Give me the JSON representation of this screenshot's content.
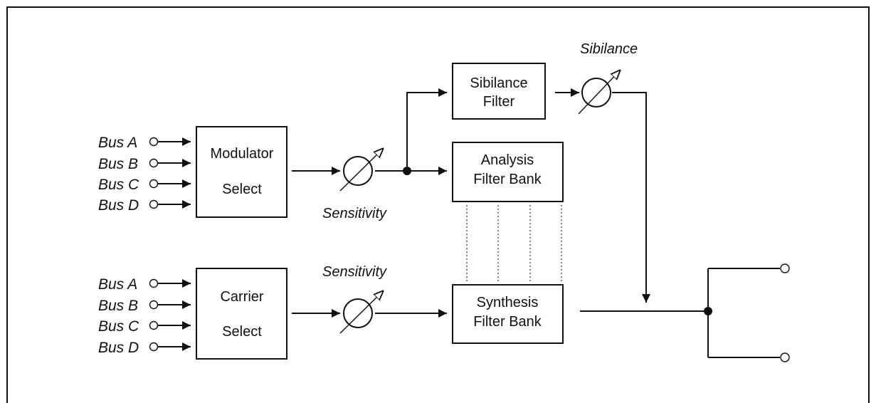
{
  "modulator_inputs": [
    "Bus A",
    "Bus B",
    "Bus C",
    "Bus D"
  ],
  "carrier_inputs": [
    "Bus A",
    "Bus B",
    "Bus C",
    "Bus D"
  ],
  "blocks": {
    "modulator_select": [
      "Modulator",
      "Select"
    ],
    "carrier_select": [
      "Carrier",
      "Select"
    ],
    "sibilance_filter": [
      "Sibilance",
      "Filter"
    ],
    "analysis_filter_bank": [
      "Analysis",
      "Filter Bank"
    ],
    "synthesis_filter_bank": [
      "Synthesis",
      "Filter Bank"
    ]
  },
  "controls": {
    "modulator_sensitivity": "Sensitivity",
    "carrier_sensitivity": "Sensitivity",
    "sibilance": "Sibilance"
  }
}
